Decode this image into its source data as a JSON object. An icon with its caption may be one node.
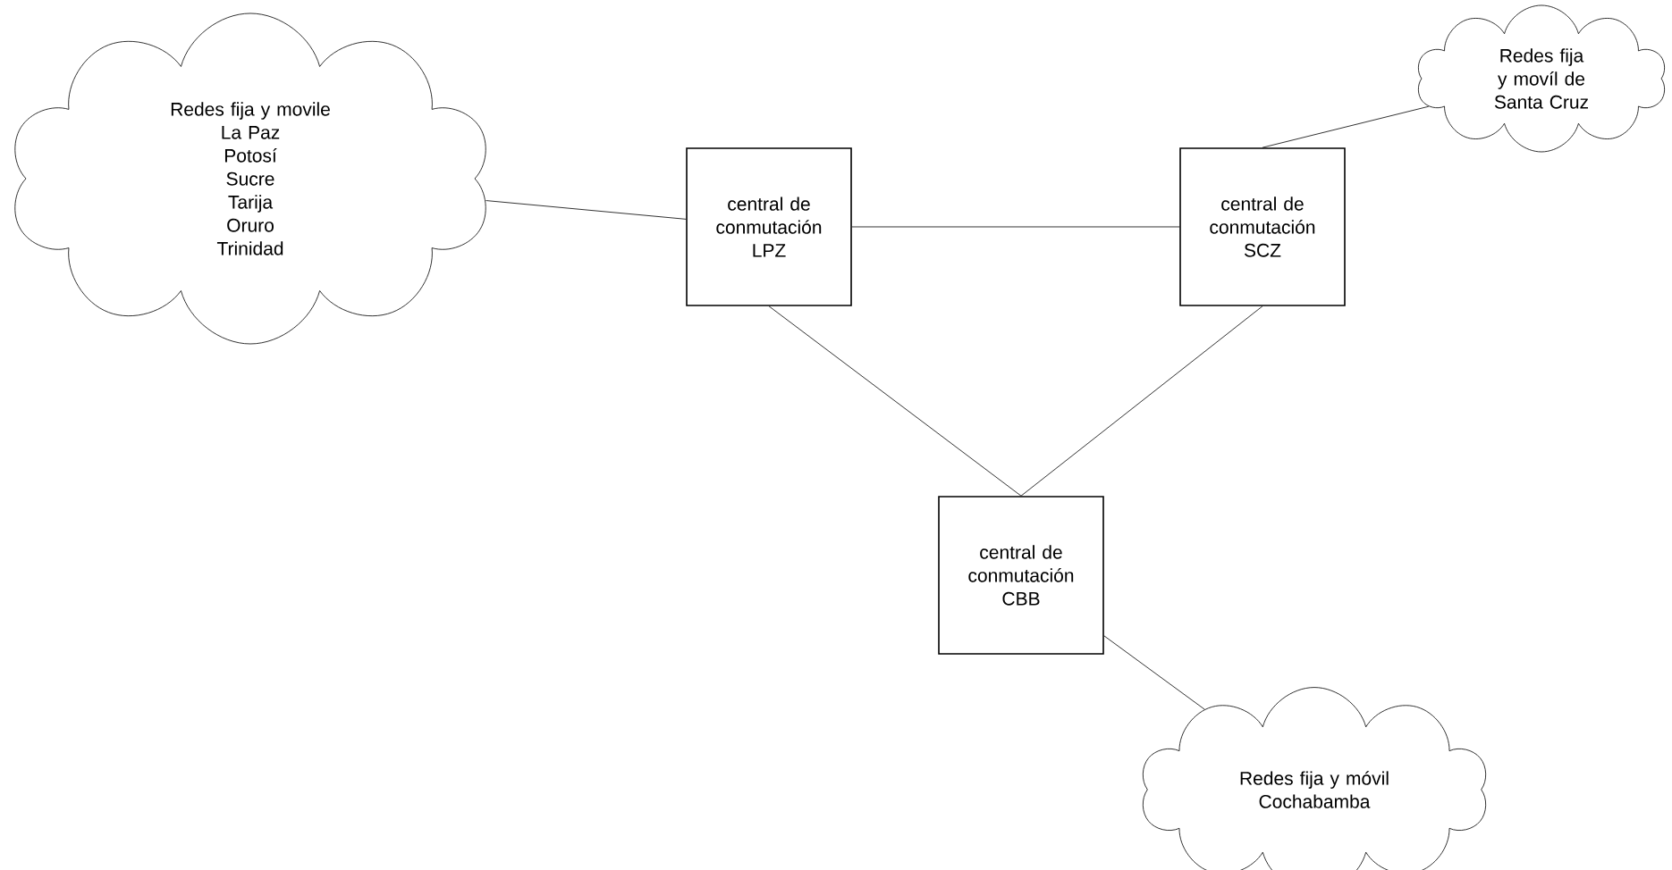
{
  "diagram": {
    "nodes": [
      {
        "text": [
          "Redes fija y movile",
          "La Paz",
          "Potosí",
          "Sucre",
          "Tarija",
          "Oruro",
          "Trinidad"
        ]
      },
      {
        "text": [
          "central de conmutación LPZ"
        ]
      },
      {
        "text": [
          "central de conmutación SCZ"
        ]
      },
      {
        "text": [
          "Redes fija y movíl de Santa Cruz"
        ]
      },
      {
        "text": [
          "central de conmutación CBB"
        ]
      },
      {
        "text": [
          "Redes fija y móvil Cochabamba"
        ]
      }
    ],
    "edges": [
      {
        "from": 0,
        "to": 1,
        "arrow": "none"
      },
      {
        "from": 1,
        "to": 2,
        "arrow": "none"
      },
      {
        "from": 2,
        "to": 3,
        "arrow": "none"
      },
      {
        "from": 1,
        "to": 4,
        "arrow": "none"
      },
      {
        "from": 2,
        "to": 4,
        "arrow": "none"
      },
      {
        "from": 4,
        "to": 5,
        "arrow": "none"
      }
    ]
  }
}
